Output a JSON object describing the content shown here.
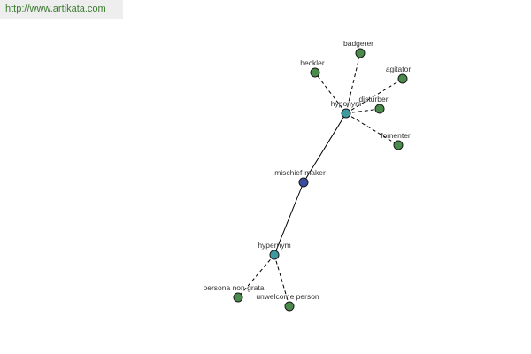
{
  "banner": {
    "url_text": "http://www.artikata.com"
  },
  "colors": {
    "center": "#3d4e9e",
    "relation": "#3e9aa0",
    "leaf": "#4a8a4a"
  },
  "graph": {
    "nodes": [
      {
        "id": "center",
        "label": "mischief-maker",
        "kind": "center"
      },
      {
        "id": "hyponym",
        "label": "hyponym",
        "kind": "relation"
      },
      {
        "id": "hypernym",
        "label": "hypernym",
        "kind": "relation"
      },
      {
        "id": "badgerer",
        "label": "badgerer",
        "kind": "leaf"
      },
      {
        "id": "heckler",
        "label": "heckler",
        "kind": "leaf"
      },
      {
        "id": "agitator",
        "label": "agitator",
        "kind": "leaf"
      },
      {
        "id": "disturber",
        "label": "disturber",
        "kind": "leaf"
      },
      {
        "id": "fomenter",
        "label": "fomenter",
        "kind": "leaf"
      },
      {
        "id": "persona-non-grata",
        "label": "persona non grata",
        "kind": "leaf"
      },
      {
        "id": "unwelcome-person",
        "label": "unwelcome person",
        "kind": "leaf"
      }
    ],
    "edges": [
      {
        "from": "center",
        "to": "hyponym",
        "style": "solid"
      },
      {
        "from": "center",
        "to": "hypernym",
        "style": "solid"
      },
      {
        "from": "hyponym",
        "to": "badgerer",
        "style": "dashed"
      },
      {
        "from": "hyponym",
        "to": "heckler",
        "style": "dashed"
      },
      {
        "from": "hyponym",
        "to": "agitator",
        "style": "dashed"
      },
      {
        "from": "hyponym",
        "to": "disturber",
        "style": "dashed"
      },
      {
        "from": "hyponym",
        "to": "fomenter",
        "style": "dashed"
      },
      {
        "from": "hypernym",
        "to": "persona-non-grata",
        "style": "dashed"
      },
      {
        "from": "hypernym",
        "to": "unwelcome-person",
        "style": "dashed"
      }
    ]
  }
}
